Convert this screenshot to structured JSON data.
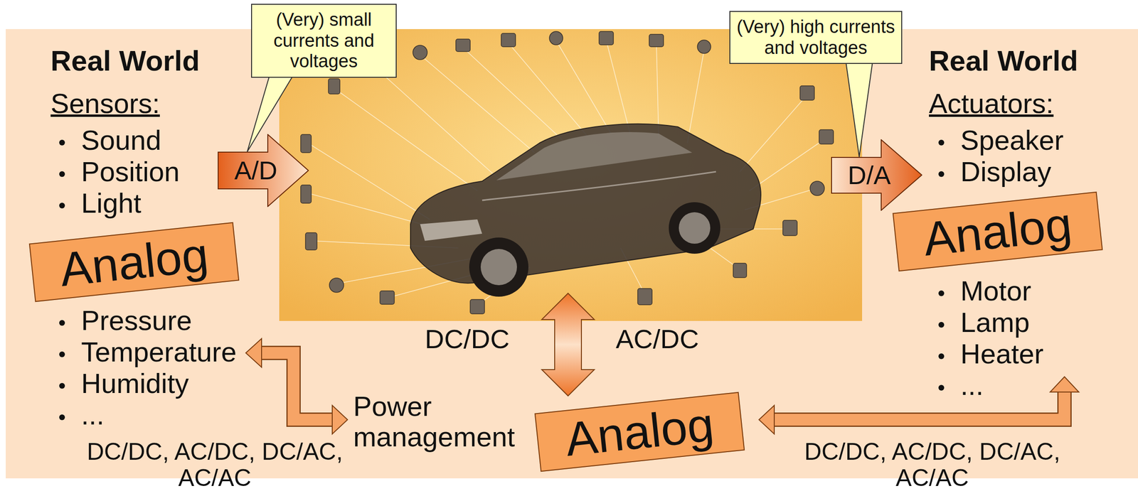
{
  "diagram": {
    "nodes": [
      {
        "text": [
          "(Very) small currents and voltages"
        ]
      },
      {
        "text": [
          "A/D"
        ]
      },
      {
        "text": [
          "(Very) high currents and voltages"
        ]
      },
      {
        "text": [
          "D/A"
        ]
      },
      {
        "text": [
          "Analog"
        ]
      },
      {
        "text": [
          "Analog"
        ]
      },
      {
        "text": [
          "Analog"
        ]
      }
    ],
    "labels": [
      "Real World",
      "Sensors:",
      "Sound",
      "Position",
      "Light",
      "Pressure",
      "Temperature",
      "Humidity",
      "...",
      "Real World",
      "Actuators:",
      "Speaker",
      "Display",
      "Motor",
      "Lamp",
      "Heater",
      "...",
      "DC/DC",
      "AC/DC",
      "Power management",
      "DC/DC, AC/DC, DC/AC, AC/AC",
      "DC/DC, AC/DC, DC/AC, AC/AC"
    ]
  }
}
